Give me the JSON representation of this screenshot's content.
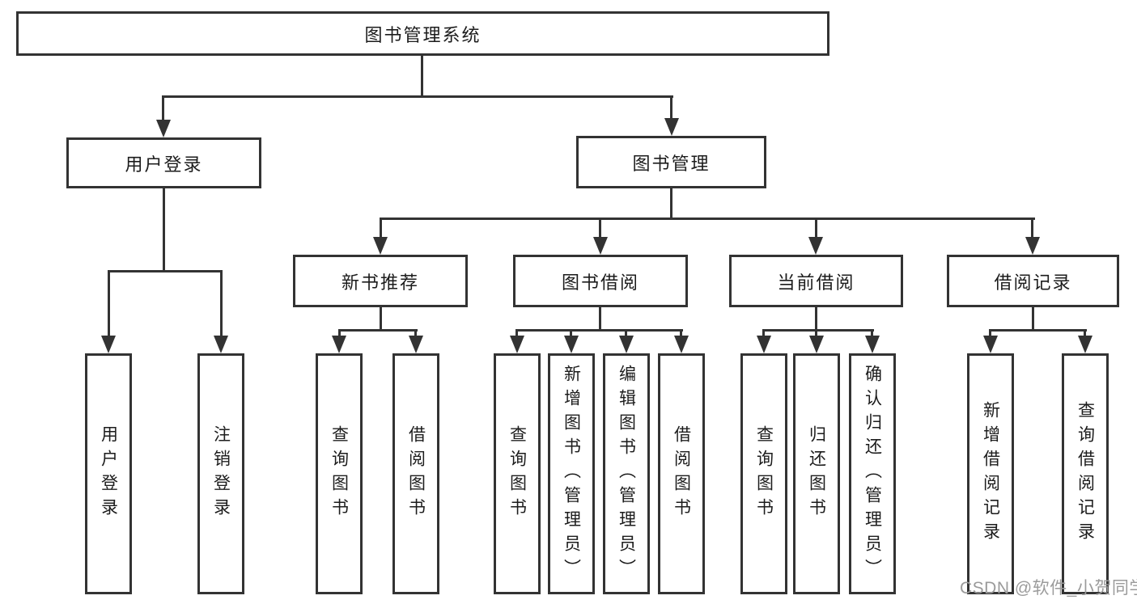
{
  "tree": {
    "root": {
      "label": "图书管理系统"
    },
    "branches": [
      {
        "label": "用户登录",
        "children": [
          {
            "label": "用户登录"
          },
          {
            "label": "注销登录"
          }
        ]
      },
      {
        "label": "图书管理",
        "children": [
          {
            "label": "新书推荐",
            "children": [
              {
                "label": "查询图书"
              },
              {
                "label": "借阅图书"
              }
            ]
          },
          {
            "label": "图书借阅",
            "children": [
              {
                "label": "查询图书"
              },
              {
                "label": "新增图书（管理员）"
              },
              {
                "label": "编辑图书（管理员）"
              },
              {
                "label": "借阅图书"
              }
            ]
          },
          {
            "label": "当前借阅",
            "children": [
              {
                "label": "查询图书"
              },
              {
                "label": "归还图书"
              },
              {
                "label": "确认归还（管理员）"
              }
            ]
          },
          {
            "label": "借阅记录",
            "children": [
              {
                "label": "新增借阅记录"
              },
              {
                "label": "查询借阅记录"
              }
            ]
          }
        ]
      }
    ]
  },
  "watermark": "CSDN @软件_小贺同学",
  "colors": {
    "line": "#333333",
    "text": "#1c1c1c",
    "watermark_text": "#9b9b9b",
    "background": "#ffffff"
  }
}
